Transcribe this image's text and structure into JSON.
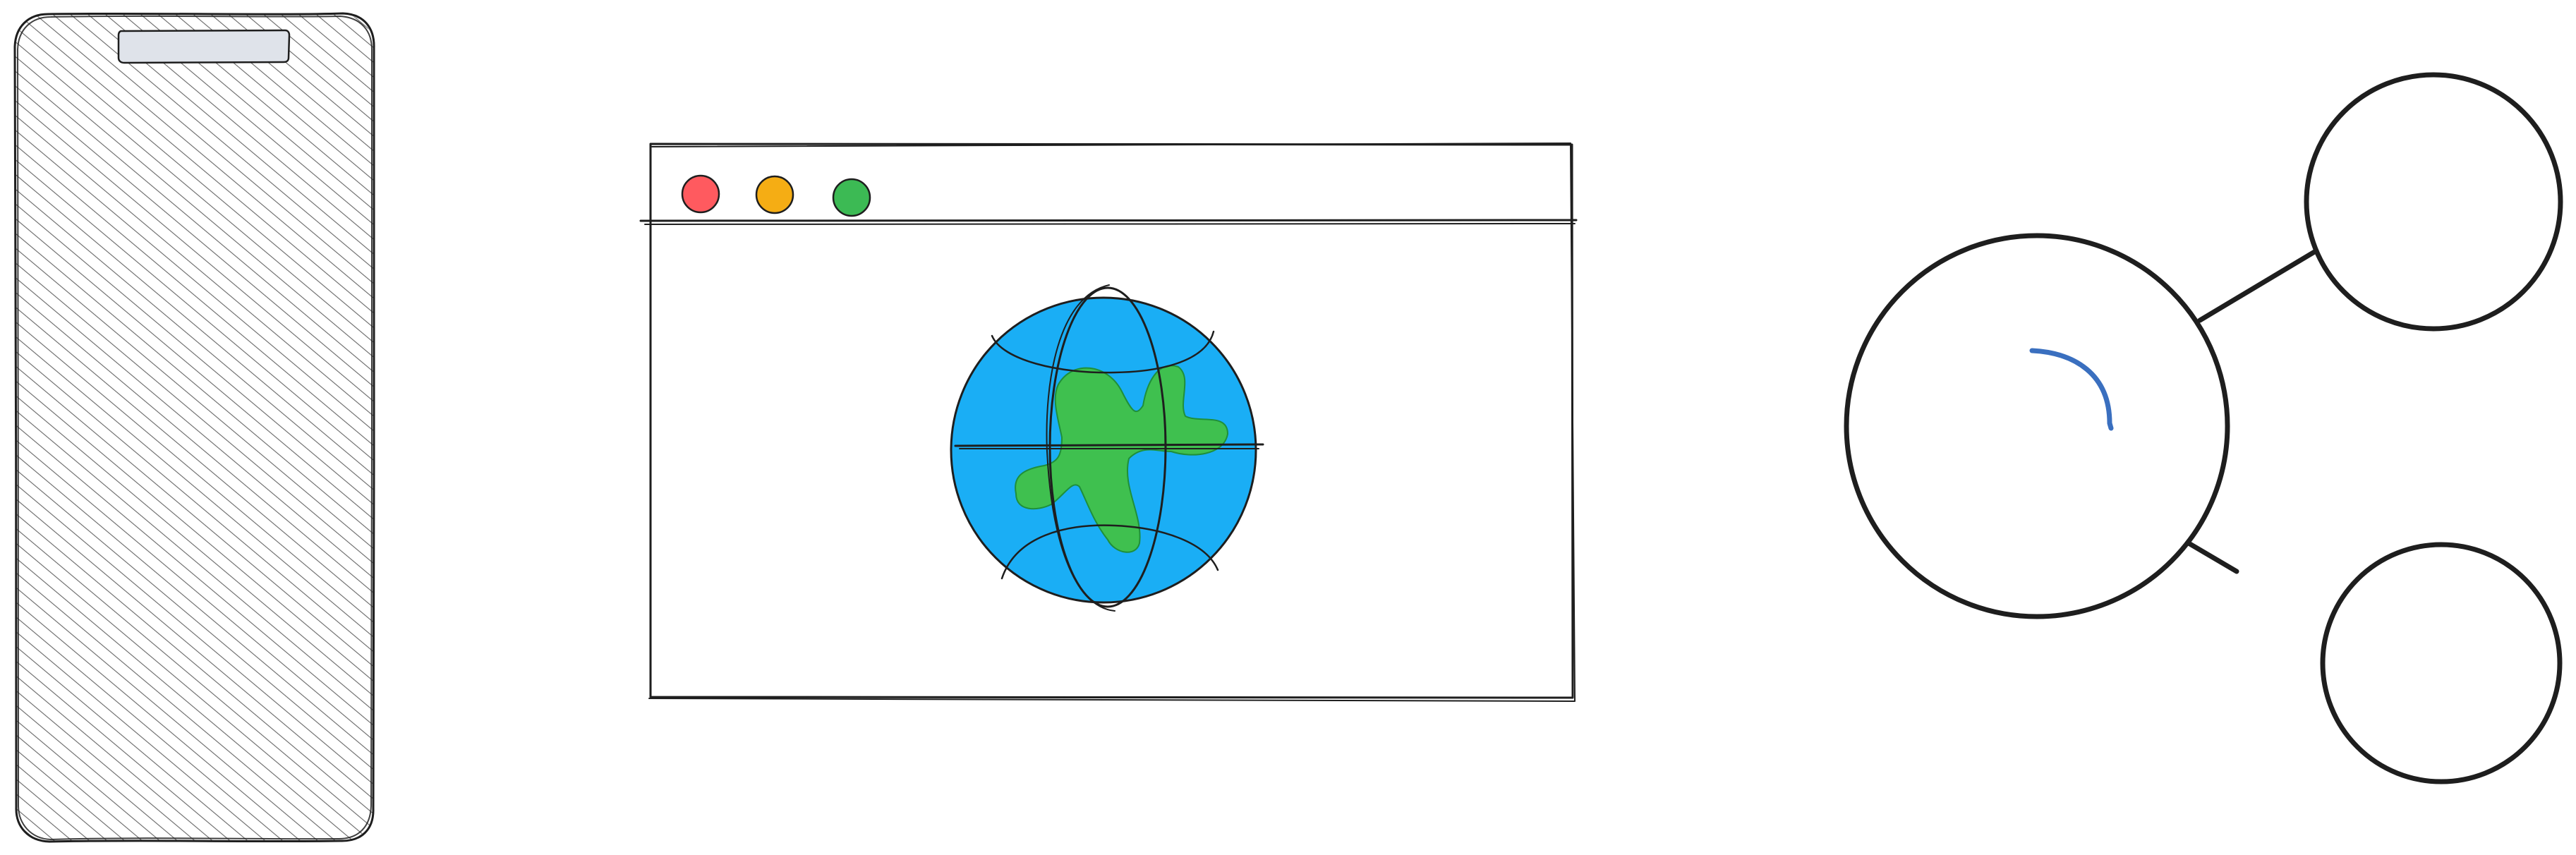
{
  "canvas": {
    "background": "#ffffff",
    "stroke_color": "#1e1e1e"
  },
  "phone": {
    "icon": "phone-icon",
    "hatch_color": "#555555",
    "notch_fill": "#dfe3ea"
  },
  "browser_window": {
    "icon": "browser-window-icon",
    "traffic_lights": [
      {
        "name": "close",
        "color": "#ff5a5f"
      },
      {
        "name": "minimize",
        "color": "#f5ad14"
      },
      {
        "name": "maximize",
        "color": "#3cba54"
      }
    ],
    "globe": {
      "icon": "globe-icon",
      "ocean_color": "#1aaef5",
      "land_color": "#3fc04f"
    }
  },
  "share_diagram": {
    "icon": "share-network-icon",
    "arc_color": "#3a6fbf",
    "nodes": [
      "main",
      "top-right",
      "bottom-right"
    ]
  }
}
